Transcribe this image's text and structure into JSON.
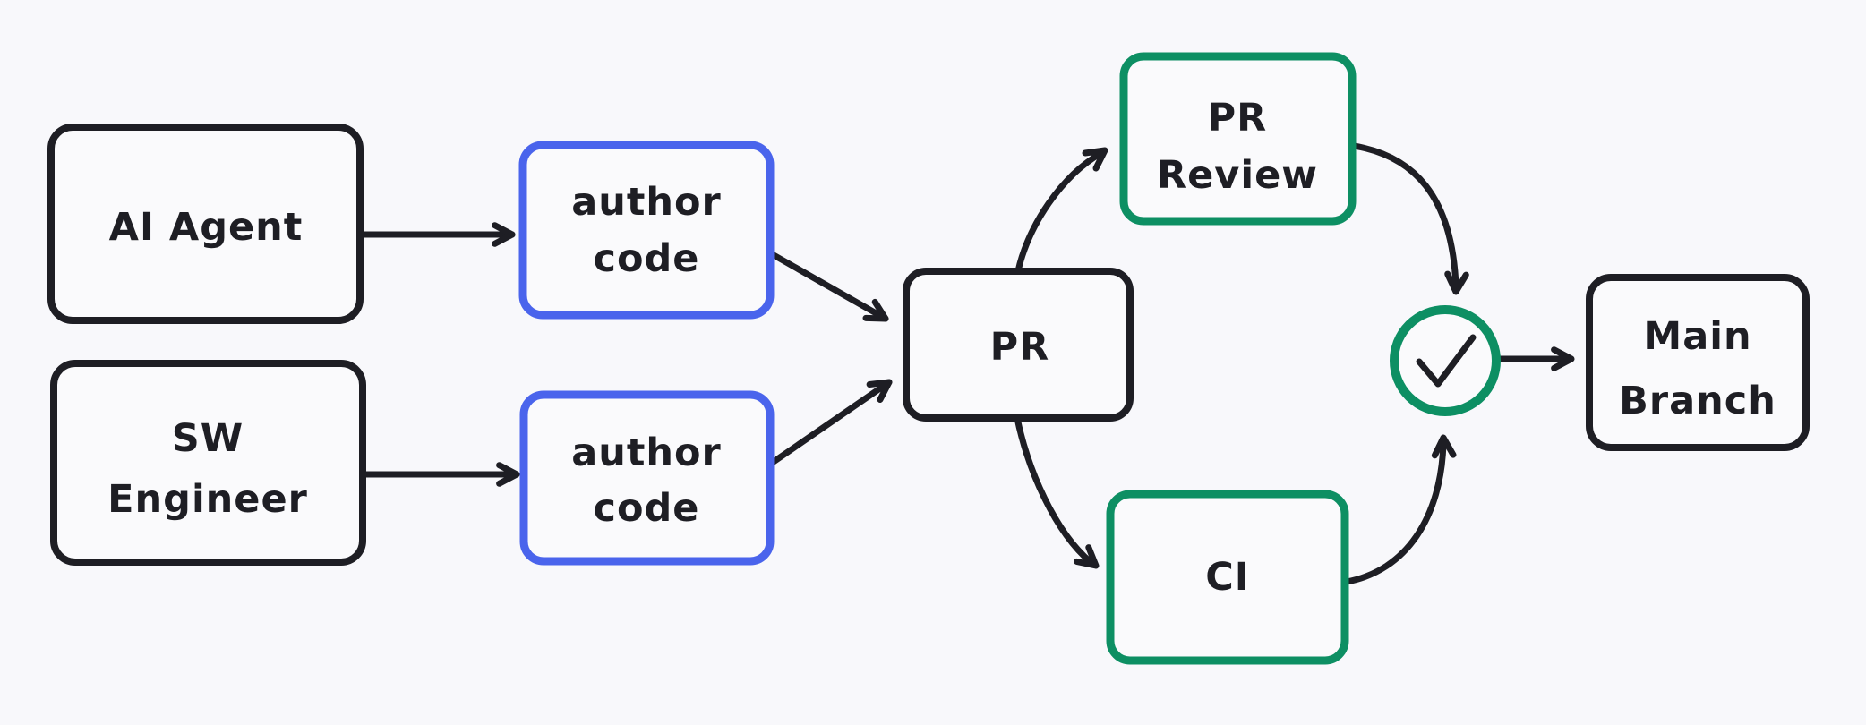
{
  "diagram": {
    "title": "PR workflow diagram",
    "background": "#f8f8fb",
    "colors": {
      "ink": "#1e1e24",
      "accent_blue": "#4a64ec",
      "accent_green": "#0d8f63"
    },
    "nodes": {
      "ai_agent": {
        "label": "AI Agent",
        "border_color": "#1e1e24"
      },
      "sw_engineer": {
        "line1": "SW",
        "line2": "Engineer",
        "border_color": "#1e1e24"
      },
      "author_code_top": {
        "line1": "author",
        "line2": "code",
        "border_color": "#4a64ec"
      },
      "author_code_bottom": {
        "line1": "author",
        "line2": "code",
        "border_color": "#4a64ec"
      },
      "pr": {
        "label": "PR",
        "border_color": "#1e1e24"
      },
      "pr_review": {
        "line1": "PR",
        "line2": "Review",
        "border_color": "#0d8f63"
      },
      "ci": {
        "label": "CI",
        "border_color": "#0d8f63"
      },
      "approval_check": {
        "icon": "check-icon",
        "glyph": "✓",
        "border_color": "#0d8f63"
      },
      "main_branch": {
        "line1": "Main",
        "line2": "Branch",
        "border_color": "#1e1e24"
      }
    },
    "edges": [
      {
        "from": "ai_agent",
        "to": "author_code_top"
      },
      {
        "from": "sw_engineer",
        "to": "author_code_bottom"
      },
      {
        "from": "author_code_top",
        "to": "pr"
      },
      {
        "from": "author_code_bottom",
        "to": "pr"
      },
      {
        "from": "pr",
        "to": "pr_review"
      },
      {
        "from": "pr",
        "to": "ci"
      },
      {
        "from": "pr_review",
        "to": "approval_check"
      },
      {
        "from": "ci",
        "to": "approval_check"
      },
      {
        "from": "approval_check",
        "to": "main_branch"
      }
    ]
  }
}
